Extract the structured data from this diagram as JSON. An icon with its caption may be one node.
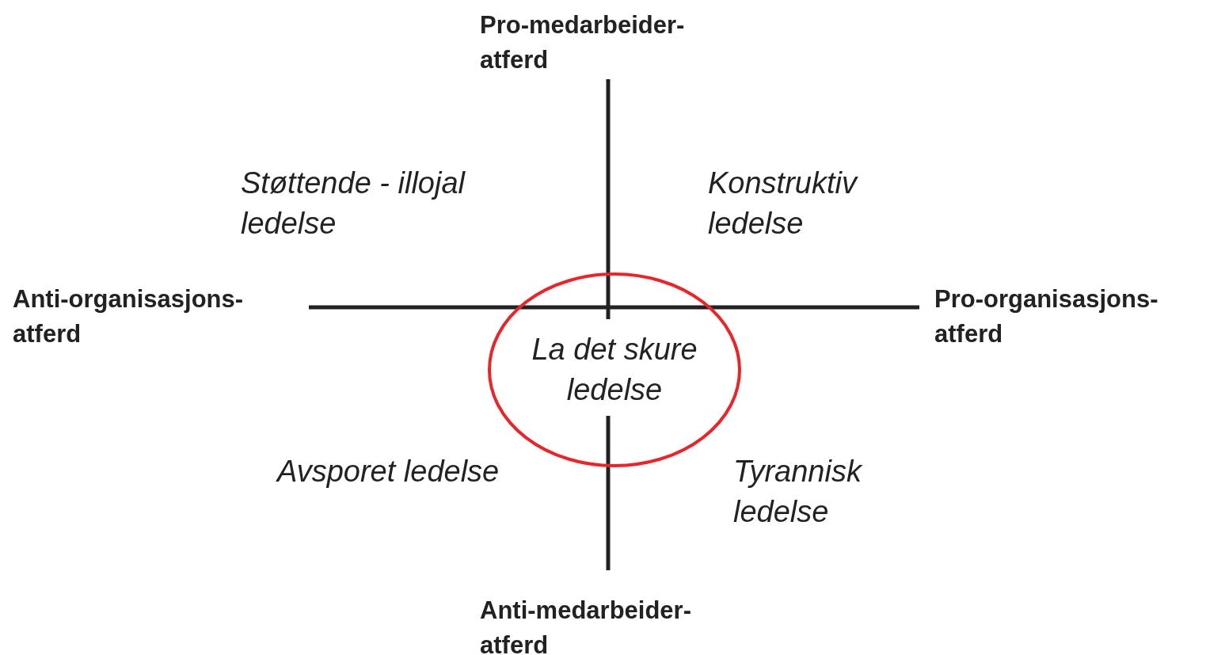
{
  "diagram": {
    "nodes": [
      {
        "text": [
          "La det skure ledelse"
        ]
      }
    ],
    "labels": [
      "Pro-medarbeider- atferd",
      "Støttende - illojal ledelse",
      "Konstruktiv ledelse",
      "Anti-organisasjons- atferd",
      "Pro-organisasjons- atferd",
      "Avsporet ledelse",
      "Tyrannisk ledelse",
      "Anti-medarbeider- atferd"
    ]
  }
}
